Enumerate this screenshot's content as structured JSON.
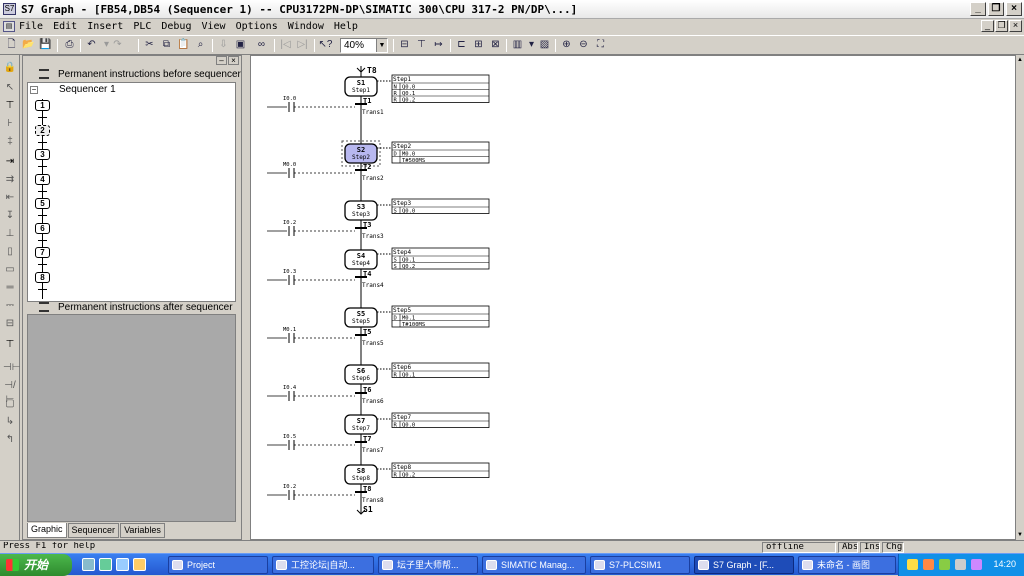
{
  "window": {
    "title": "S7 Graph - [FB54,DB54 (Sequencer 1) -- CPU3172PN-DP\\SIMATIC 300\\CPU 317-2 PN/DP\\...]"
  },
  "menu": [
    "File",
    "Edit",
    "Insert",
    "PLC",
    "Debug",
    "View",
    "Options",
    "Window",
    "Help"
  ],
  "toolbar": {
    "zoom": "40%"
  },
  "overview": {
    "perm_before": "Permanent instructions before sequencer",
    "sequencer": "Sequencer 1",
    "perm_after": "Permanent instructions after sequencer",
    "tabs": [
      "Graphic",
      "Sequencer",
      "Variables"
    ],
    "steps": [
      "1",
      "2",
      "3",
      "4",
      "5",
      "6",
      "7",
      "8"
    ]
  },
  "diagram": {
    "start_jump": "T8",
    "end_jump": "S1",
    "steps": [
      {
        "num": "S1",
        "name": "Step1",
        "selected": false,
        "actions": [
          [
            "N",
            "Q0.0"
          ],
          [
            "R",
            "Q0.1"
          ],
          [
            "R",
            "Q0.2"
          ]
        ]
      },
      {
        "num": "S2",
        "name": "Step2",
        "selected": true,
        "actions": [
          [
            "D",
            "M0.0"
          ],
          [
            "",
            "T#500MS"
          ]
        ]
      },
      {
        "num": "S3",
        "name": "Step3",
        "selected": false,
        "actions": [
          [
            "S",
            "Q0.0"
          ]
        ]
      },
      {
        "num": "S4",
        "name": "Step4",
        "selected": false,
        "actions": [
          [
            "S",
            "Q0.1"
          ],
          [
            "S",
            "Q0.2"
          ]
        ]
      },
      {
        "num": "S5",
        "name": "Step5",
        "selected": false,
        "actions": [
          [
            "D",
            "M0.1"
          ],
          [
            "",
            "T#100MS"
          ]
        ]
      },
      {
        "num": "S6",
        "name": "Step6",
        "selected": false,
        "actions": [
          [
            "R",
            "Q0.1"
          ]
        ]
      },
      {
        "num": "S7",
        "name": "Step7",
        "selected": false,
        "actions": [
          [
            "R",
            "Q0.0"
          ]
        ]
      },
      {
        "num": "S8",
        "name": "Step8",
        "selected": false,
        "actions": [
          [
            "R",
            "Q0.2"
          ]
        ]
      }
    ],
    "transitions": [
      {
        "num": "T1",
        "name": "Trans1",
        "cond": "I0.0"
      },
      {
        "num": "T2",
        "name": "Trans2",
        "cond": "M0.0"
      },
      {
        "num": "T3",
        "name": "Trans3",
        "cond": "I0.2"
      },
      {
        "num": "T4",
        "name": "Trans4",
        "cond": "I0.3"
      },
      {
        "num": "T5",
        "name": "Trans5",
        "cond": "M0.1"
      },
      {
        "num": "T6",
        "name": "Trans6",
        "cond": "I0.4"
      },
      {
        "num": "T7",
        "name": "Trans7",
        "cond": "I0.5"
      },
      {
        "num": "T8",
        "name": "Trans8",
        "cond": "I0.2"
      }
    ]
  },
  "status": {
    "help": "Press F1 for help",
    "mode": "offline",
    "abs": "Abs",
    "ins": "Ins",
    "chg": "Chg"
  },
  "taskbar": {
    "start": "开始",
    "tasks": [
      "Project",
      "工控论坛|自动...",
      "坛子里大师帮...",
      "SIMATIC Manag...",
      "S7-PLCSIM1",
      "S7 Graph - [F...",
      "未命名 - 画图"
    ],
    "clock": "14:20"
  }
}
